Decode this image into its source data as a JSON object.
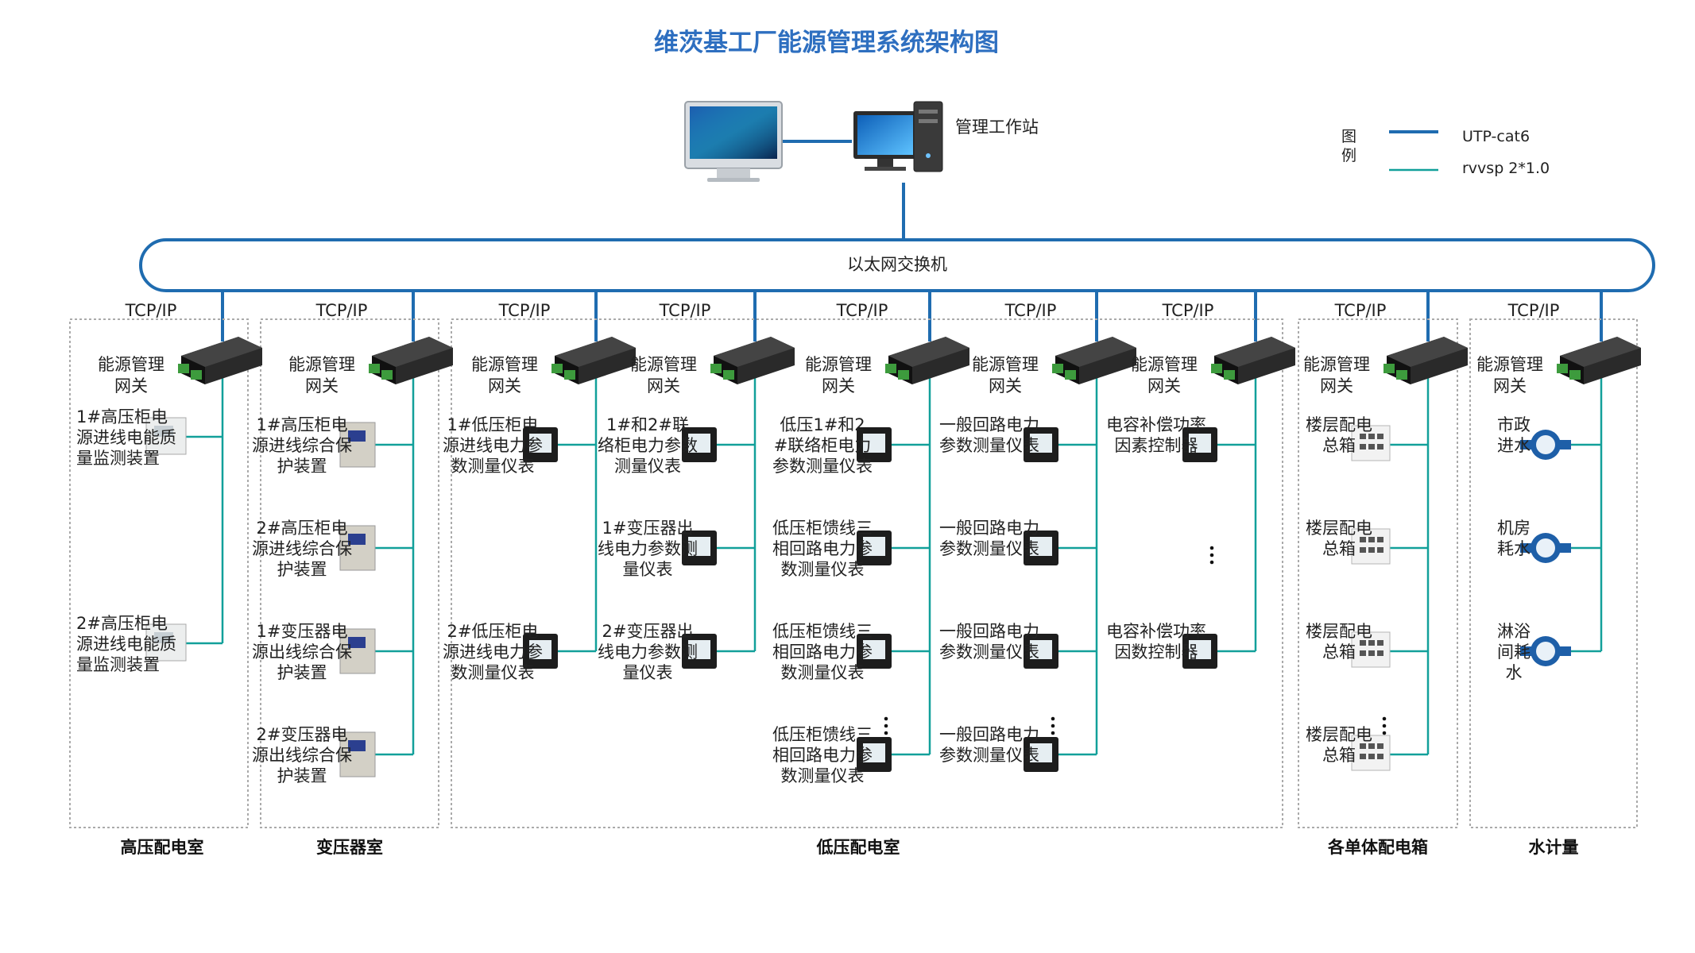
{
  "title": "维茨基工厂能源管理系统架构图",
  "workstation_label": "管理工作站",
  "switch_label": "以太网交换机",
  "legend": {
    "title": "图例",
    "items": [
      {
        "label": "UTP-cat6",
        "color": "#1f6cb0"
      },
      {
        "label": "rvvsp 2*1.0",
        "color": "#12a09a"
      }
    ]
  },
  "protocol_label": "TCP/IP",
  "gateway_label": "能源管理网关",
  "colors": {
    "utp": "#1f6cb0",
    "rvvsp": "#12a09a",
    "title": "#2e6fc0"
  },
  "sections": [
    {
      "label": "高压配电室"
    },
    {
      "label": "变压器室"
    },
    {
      "label": "低压配电室"
    },
    {
      "label": "各单体配电箱"
    },
    {
      "label": "水计量"
    }
  ],
  "columns": [
    {
      "devices": [
        {
          "label": "1#高压柜电源进线电能质量监测装置",
          "icon": "power-quality-monitor-icon"
        },
        {
          "label": "2#高压柜电源进线电能质量监测装置",
          "icon": "power-quality-monitor-icon"
        }
      ],
      "ellipsis": false
    },
    {
      "devices": [
        {
          "label": "1#高压柜电源进线综合保护装置",
          "icon": "protection-relay-icon"
        },
        {
          "label": "2#高压柜电源进线综合保护装置",
          "icon": "protection-relay-icon"
        },
        {
          "label": "1#变压器电源出线综合保护装置",
          "icon": "protection-relay-icon"
        },
        {
          "label": "2#变压器电源出线综合保护装置",
          "icon": "protection-relay-icon"
        }
      ],
      "ellipsis": false
    },
    {
      "devices": [
        {
          "label": "1#低压柜电源进线电力参数测量仪表",
          "icon": "power-meter-icon"
        },
        {
          "label": "2#低压柜电源进线电力参数测量仪表",
          "icon": "power-meter-icon"
        }
      ],
      "ellipsis": false
    },
    {
      "devices": [
        {
          "label": "1#和2#联络柜电力参数测量仪表",
          "icon": "power-meter-icon"
        },
        {
          "label": "1#变压器出线电力参数测量仪表",
          "icon": "power-meter-icon"
        },
        {
          "label": "2#变压器出线电力参数测量仪表",
          "icon": "power-meter-icon"
        }
      ],
      "ellipsis": false
    },
    {
      "devices": [
        {
          "label": "低压1#和2#联络柜电力参数测量仪表",
          "icon": "power-meter-icon"
        },
        {
          "label": "低压柜馈线三相回路电力参数测量仪表",
          "icon": "power-meter-icon"
        },
        {
          "label": "低压柜馈线三相回路电力参数测量仪表",
          "icon": "power-meter-icon"
        },
        {
          "label": "低压柜馈线三相回路电力参数测量仪表",
          "icon": "power-meter-icon"
        }
      ],
      "ellipsis": true
    },
    {
      "devices": [
        {
          "label": "一般回路电力参数测量仪表",
          "icon": "power-meter-icon"
        },
        {
          "label": "一般回路电力参数测量仪表",
          "icon": "power-meter-icon"
        },
        {
          "label": "一般回路电力参数测量仪表",
          "icon": "power-meter-icon"
        },
        {
          "label": "一般回路电力参数测量仪表",
          "icon": "power-meter-icon"
        }
      ],
      "ellipsis": true
    },
    {
      "devices": [
        {
          "label": "电容补偿功率因素控制器",
          "icon": "power-factor-controller-icon"
        },
        {
          "label": "电容补偿功率因数控制器",
          "icon": "power-factor-controller-icon"
        }
      ],
      "ellipsis": true
    },
    {
      "devices": [
        {
          "label": "楼层配电总箱",
          "icon": "distribution-box-icon"
        },
        {
          "label": "楼层配电总箱",
          "icon": "distribution-box-icon"
        },
        {
          "label": "楼层配电总箱",
          "icon": "distribution-box-icon"
        },
        {
          "label": "楼层配电总箱",
          "icon": "distribution-box-icon"
        }
      ],
      "ellipsis": true
    },
    {
      "devices": [
        {
          "label": "市政进水",
          "icon": "water-meter-icon"
        },
        {
          "label": "机房耗水",
          "icon": "water-meter-icon"
        },
        {
          "label": "淋浴间耗水",
          "icon": "water-meter-icon"
        }
      ],
      "ellipsis": false
    }
  ]
}
